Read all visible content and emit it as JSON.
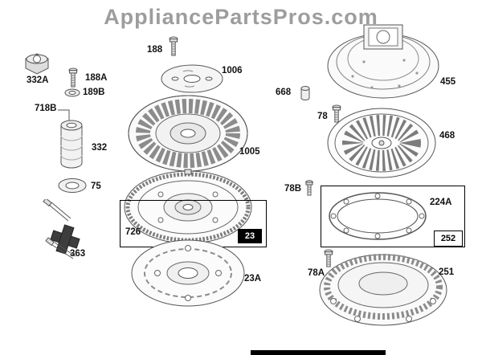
{
  "watermark": "AppliancePartsPros.com",
  "labels": {
    "p332A": "332A",
    "p188A": "188A",
    "p189B": "189B",
    "p718B": "718B",
    "p332": "332",
    "p75": "75",
    "p363": "363",
    "p188": "188",
    "p1006": "1006",
    "p1005": "1005",
    "p726": "726",
    "p23": "23",
    "p23A": "23A",
    "p668": "668",
    "p455": "455",
    "p78": "78",
    "p468": "468",
    "p78B": "78B",
    "p224A": "224A",
    "p252": "252",
    "p78A": "78A",
    "p251": "251"
  },
  "colors": {
    "line": "#555555",
    "watermark": "#9d9d9d",
    "box_dark_bg": "#000000"
  }
}
